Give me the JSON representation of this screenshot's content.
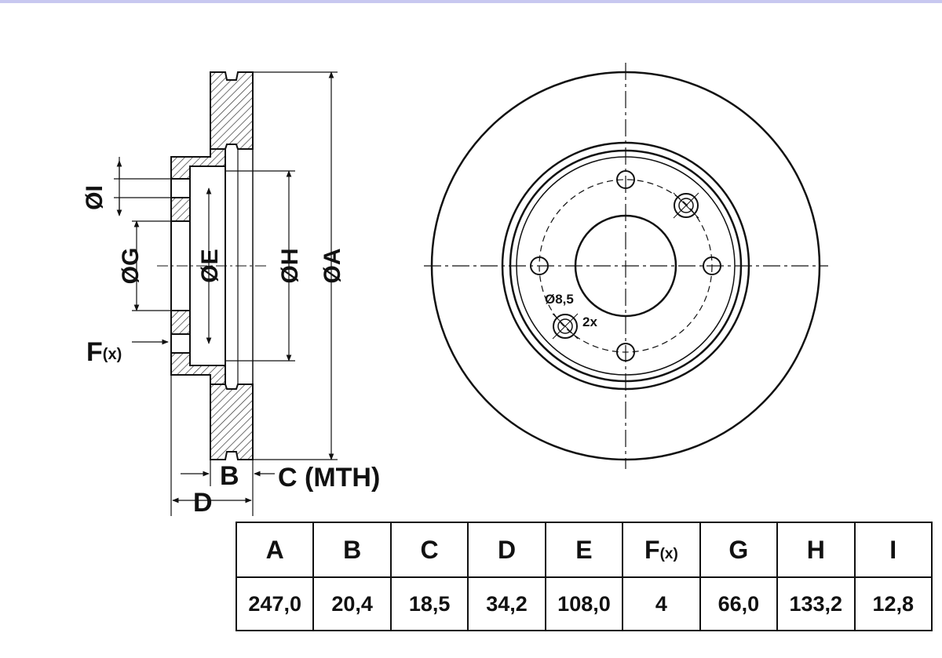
{
  "side_view": {
    "labels": {
      "I": "ØI",
      "G": "ØG",
      "E": "ØE",
      "H": "ØH",
      "A": "ØA",
      "F": "F",
      "F_sub": "(x)",
      "B": "B",
      "C": "C (MTH)",
      "D": "D"
    }
  },
  "front_view": {
    "hole_label": "Ø8,5",
    "hole_count": "2x"
  },
  "specs_table": {
    "columns": [
      {
        "key": "A",
        "label": "A",
        "value": "247,0"
      },
      {
        "key": "B",
        "label": "B",
        "value": "20,4"
      },
      {
        "key": "C",
        "label": "C",
        "value": "18,5"
      },
      {
        "key": "D",
        "label": "D",
        "value": "34,2"
      },
      {
        "key": "E",
        "label": "E",
        "value": "108,0"
      },
      {
        "key": "F",
        "label": "F",
        "label_sub": "(x)",
        "value": "4"
      },
      {
        "key": "G",
        "label": "G",
        "value": "66,0"
      },
      {
        "key": "H",
        "label": "H",
        "value": "133,2"
      },
      {
        "key": "I",
        "label": "I",
        "value": "12,8"
      }
    ]
  }
}
